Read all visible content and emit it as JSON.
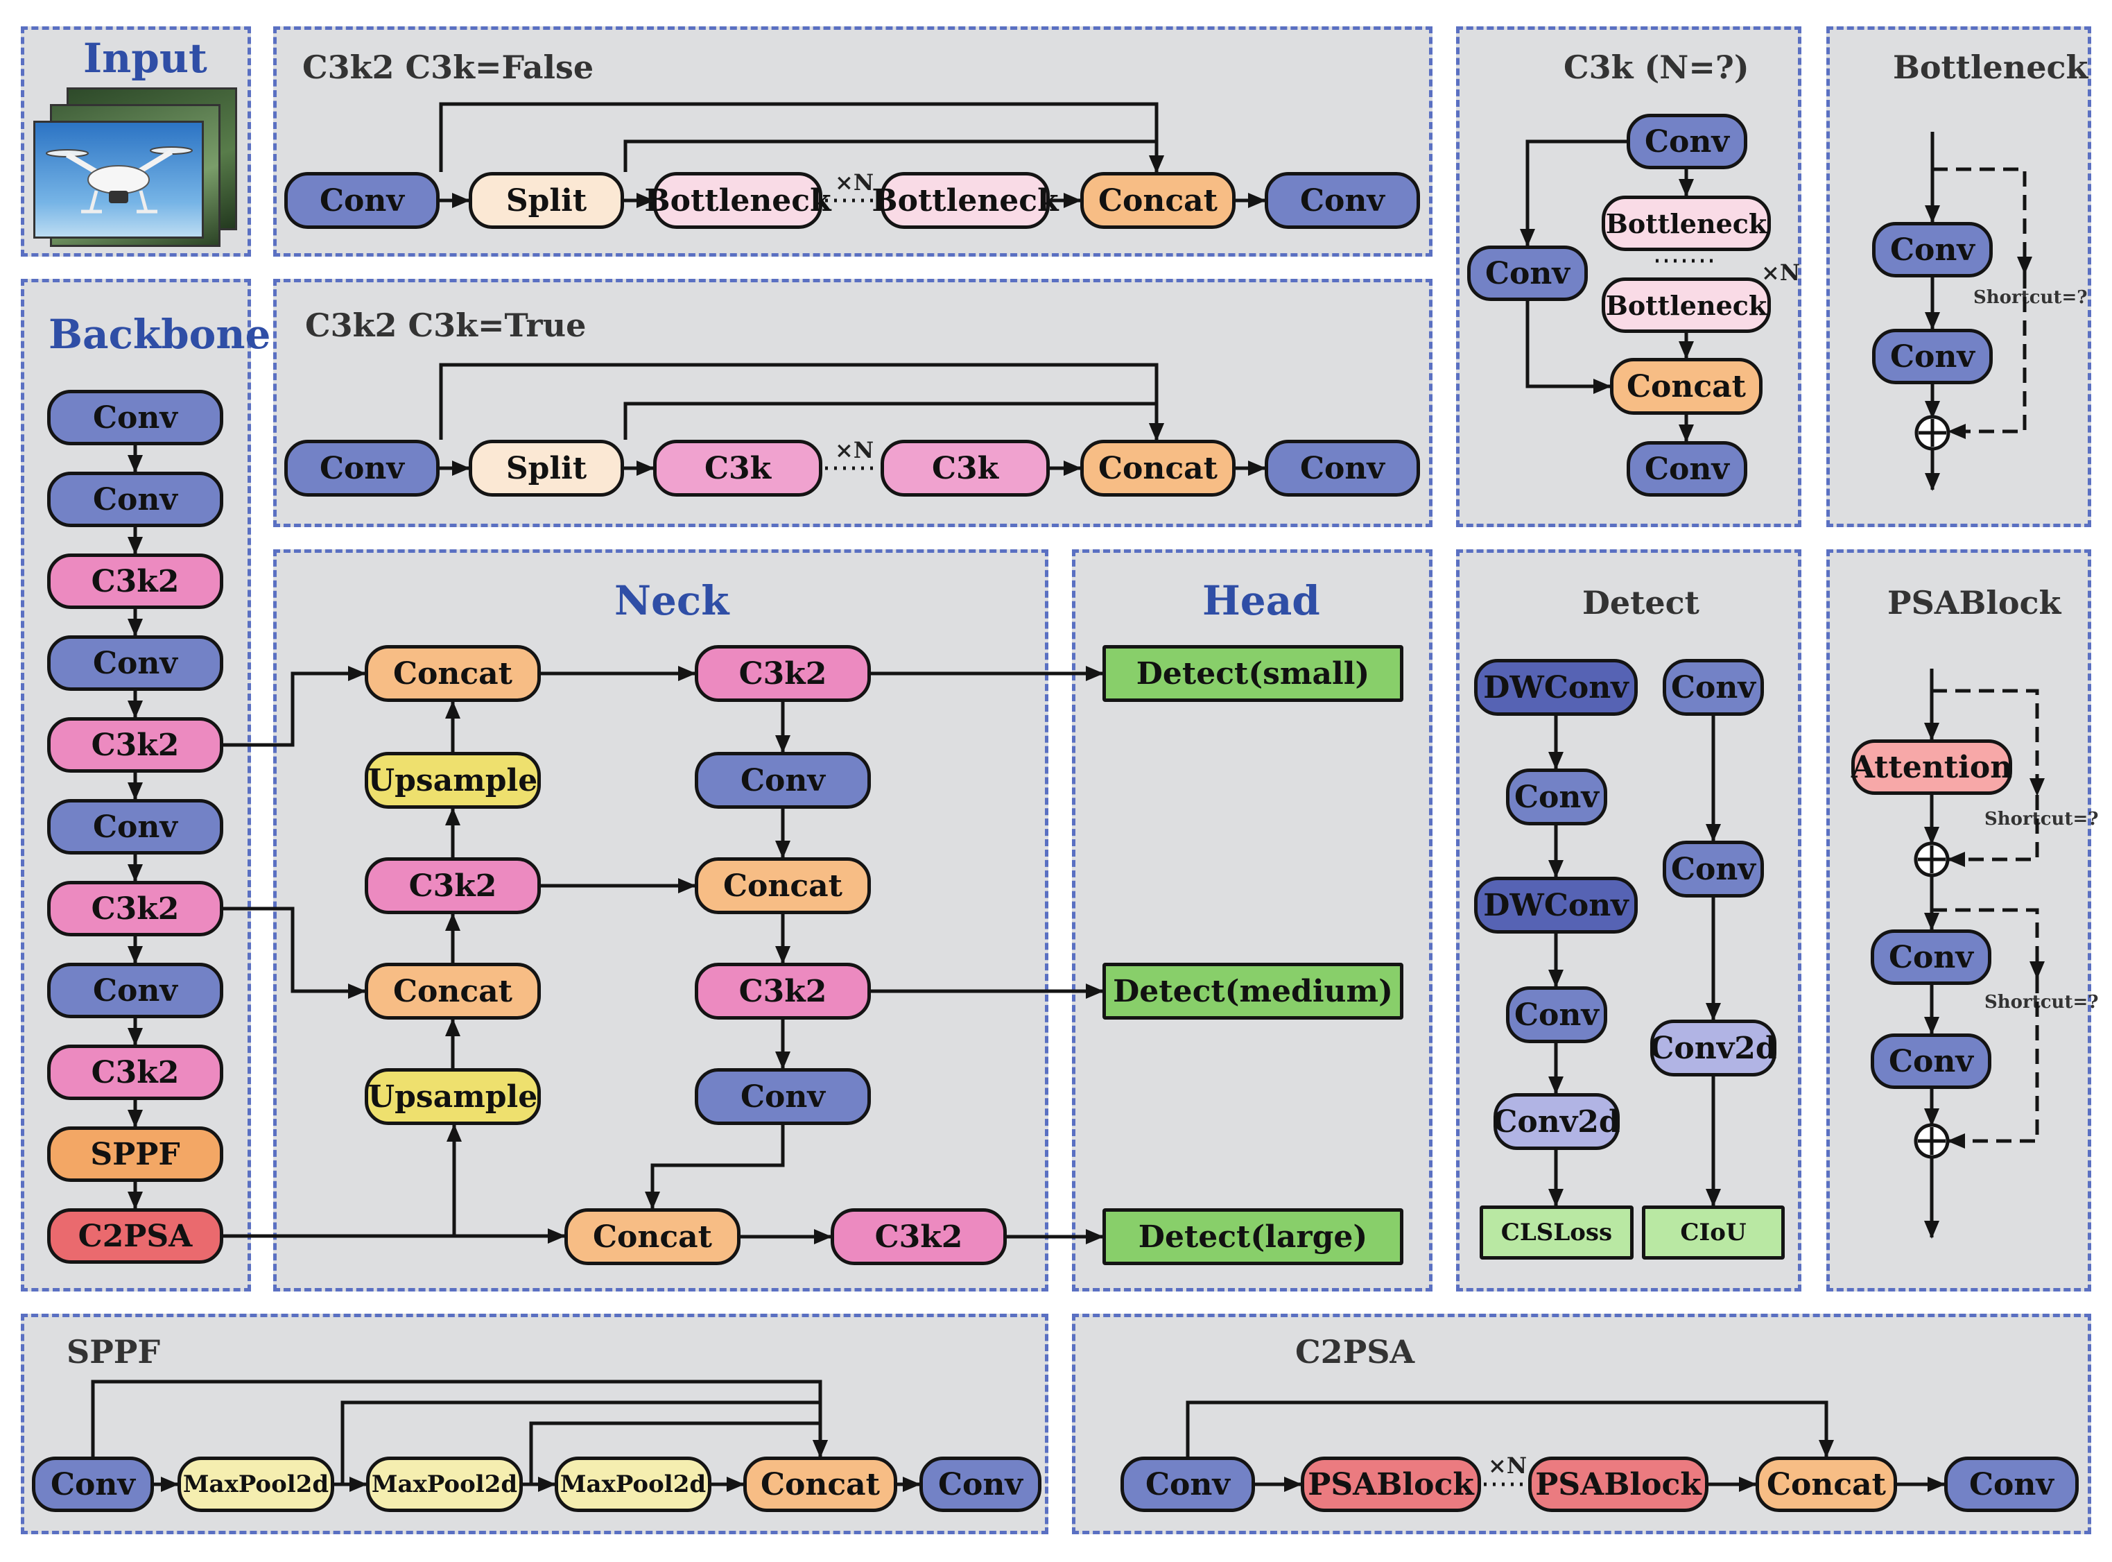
{
  "panels": {
    "input": "Input",
    "backbone": "Backbone",
    "c3k2_false": "C3k2 C3k=False",
    "c3k2_true": "C3k2 C3k=True",
    "neck": "Neck",
    "head": "Head",
    "c3k": "C3k (N=?)",
    "bottleneck": "Bottleneck",
    "detect": "Detect",
    "psablock": "PSABlock",
    "sppf": "SPPF",
    "c2psa": "C2PSA"
  },
  "labels": {
    "conv": "Conv",
    "split": "Split",
    "bottleneck": "Bottleneck",
    "concat": "Concat",
    "c3k": "C3k",
    "c3k2": "C3k2",
    "sppf": "SPPF",
    "c2psa": "C2PSA",
    "upsample": "Upsample",
    "detect_small": "Detect(small)",
    "detect_medium": "Detect(medium)",
    "detect_large": "Detect(large)",
    "dwconv": "DWConv",
    "conv2d": "Conv2d",
    "clsloss": "CLSLoss",
    "ciou": "CIoU",
    "attention": "Attention",
    "maxpool": "MaxPool2d",
    "psablock": "PSABlock",
    "xn": "×N",
    "shortcut": "Shortcut=?",
    "dots": "······"
  },
  "colors": {
    "panel_bg": "#dddee0",
    "panel_border": "#5a70c2",
    "title_blue": "#2f4ea6",
    "conv": "#7382c6",
    "c3k2": "#ec8ac0",
    "concat": "#f7bd85",
    "upsample": "#eee06e",
    "detect": "#88cf6a",
    "c2psa": "#ea6a6e"
  },
  "icons": [
    "drone-image-stack",
    "plus-circle-icon",
    "arrow-icon"
  ]
}
